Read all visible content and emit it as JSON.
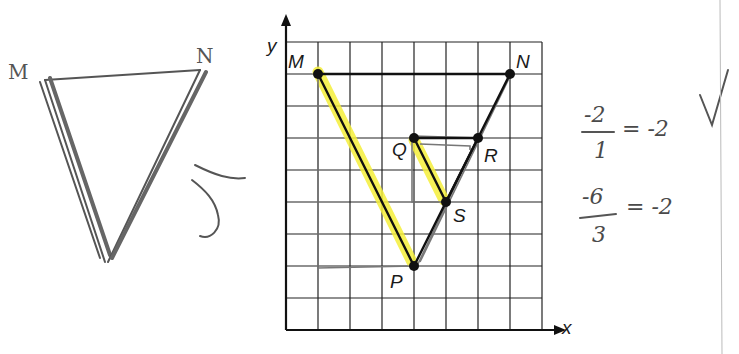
{
  "diagram": {
    "labels": [
      "y",
      "x",
      "M",
      "N",
      "Q",
      "R",
      "S",
      "P",
      "-2",
      "1",
      "= -2",
      "-6",
      "3",
      "= -2",
      "M",
      "N"
    ]
  }
}
